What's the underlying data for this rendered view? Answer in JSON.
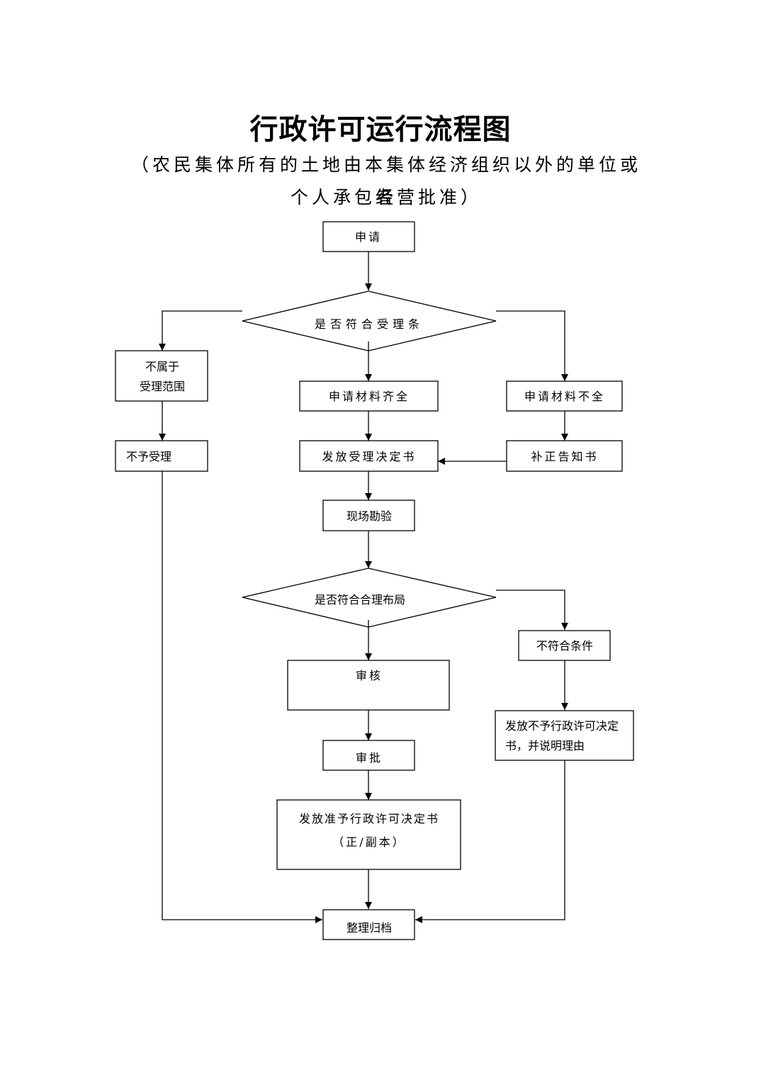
{
  "document": {
    "title": "行政许可运行流程图",
    "subtitle_line1": "（农民集体所有的土地由本集体经济组织以外的单位或者",
    "subtitle_line2": "个人承包经营批准）"
  },
  "flowchart": {
    "nodes": {
      "apply": "申请",
      "decision_accept": "是否符合受理条",
      "not_in_scope_line1": "不属于",
      "not_in_scope_line2": "受理范围",
      "not_accepted": "不予受理",
      "materials_complete": "申请材料齐全",
      "materials_incomplete": "申请材料不全",
      "issue_acceptance": "发放受理决定书",
      "correction_notice": "补正告知书",
      "site_inspection": "现场勘验",
      "decision_layout": "是否符合合理布局",
      "not_qualified": "不符合条件",
      "review": "审核",
      "deny_line1": "发放不予行政许可决定",
      "deny_line2": "书，并说明理由",
      "approve": "审批",
      "grant_line1": "发放准予行政许可决定书",
      "grant_line2": "（正/副本）",
      "archive": "整理归档"
    },
    "edges": [
      [
        "申请",
        "是否符合受理条"
      ],
      [
        "是否符合受理条",
        "不属于受理范围"
      ],
      [
        "是否符合受理条",
        "申请材料齐全"
      ],
      [
        "是否符合受理条",
        "申请材料不全"
      ],
      [
        "不属于受理范围",
        "不予受理"
      ],
      [
        "申请材料齐全",
        "发放受理决定书"
      ],
      [
        "申请材料不全",
        "补正告知书"
      ],
      [
        "补正告知书",
        "发放受理决定书"
      ],
      [
        "发放受理决定书",
        "现场勘验"
      ],
      [
        "现场勘验",
        "是否符合合理布局"
      ],
      [
        "是否符合合理布局",
        "审核"
      ],
      [
        "是否符合合理布局",
        "不符合条件"
      ],
      [
        "不符合条件",
        "发放不予行政许可决定书，并说明理由"
      ],
      [
        "审核",
        "审批"
      ],
      [
        "审批",
        "发放准予行政许可决定书（正/副本）"
      ],
      [
        "发放准予行政许可决定书（正/副本）",
        "整理归档"
      ],
      [
        "不予受理",
        "整理归档"
      ],
      [
        "发放不予行政许可决定书，并说明理由",
        "整理归档"
      ]
    ]
  }
}
